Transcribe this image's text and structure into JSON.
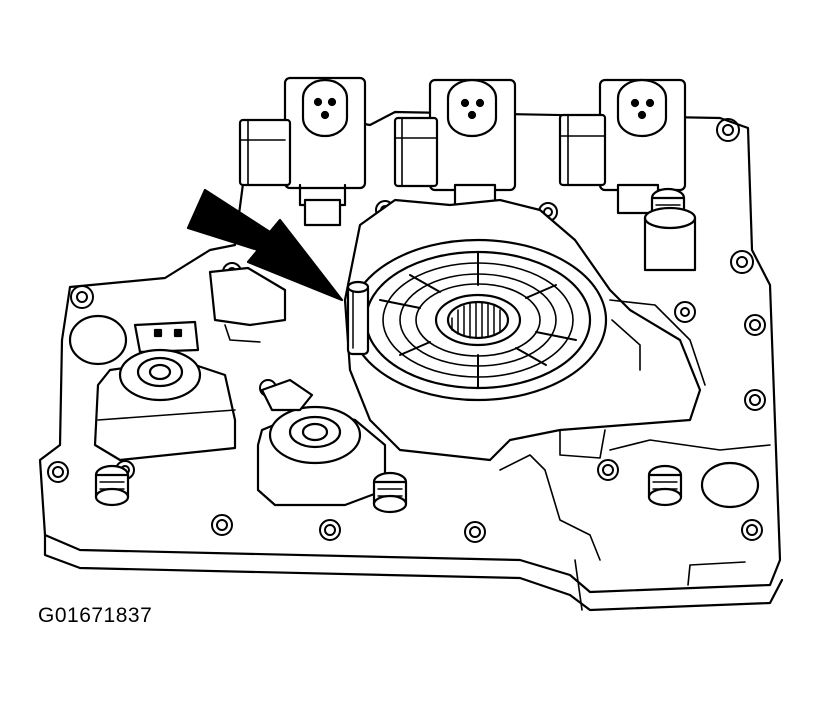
{
  "figure": {
    "caption": "G01671837",
    "parts": {
      "pointer": "arrow-pointer",
      "highlighted_part": "pin",
      "ring": "ring",
      "solenoids": [
        "solenoid-1",
        "solenoid-2",
        "solenoid-3"
      ]
    }
  }
}
